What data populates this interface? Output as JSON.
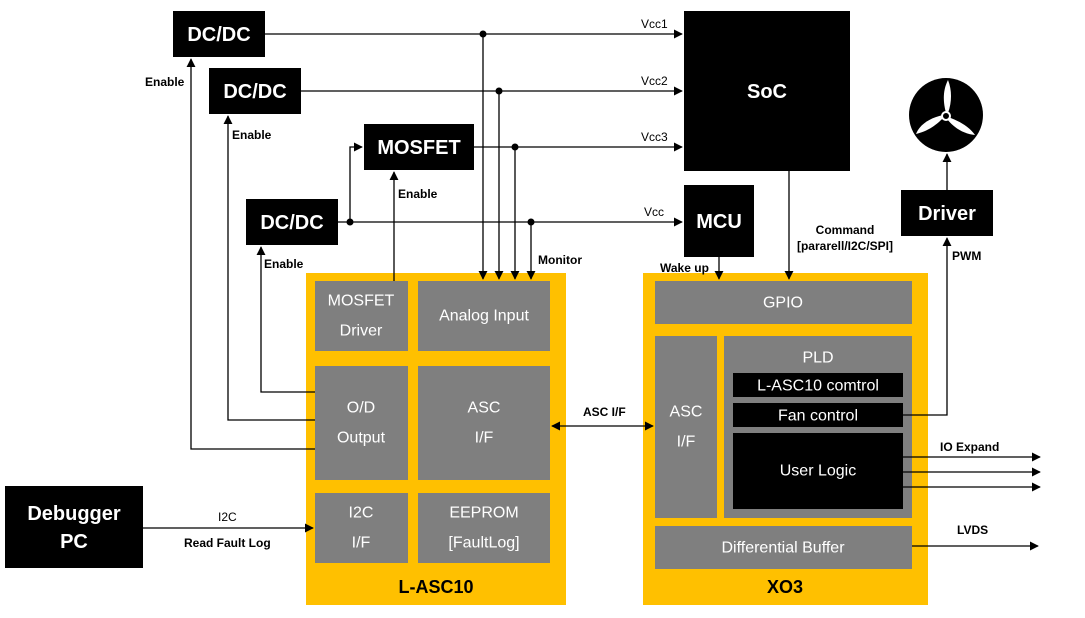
{
  "blocks": {
    "dcdc1": "DC/DC",
    "dcdc2": "DC/DC",
    "mosfet": "MOSFET",
    "dcdc3": "DC/DC",
    "soc": "SoC",
    "mcu": "MCU",
    "driver": "Driver",
    "debugger_line1": "Debugger",
    "debugger_line2": "PC"
  },
  "lasc10": {
    "title": "L-ASC10",
    "mosfet_driver_line1": "MOSFET",
    "mosfet_driver_line2": "Driver",
    "analog_input": "Analog Input",
    "od_output_line1": "O/D",
    "od_output_line2": "Output",
    "asc_if_line1": "ASC",
    "asc_if_line2": "I/F",
    "i2c_if_line1": "I2C",
    "i2c_if_line2": "I/F",
    "eeprom_line1": "EEPROM",
    "eeprom_line2": "[FaultLog]"
  },
  "xo3": {
    "title": "XO3",
    "gpio": "GPIO",
    "asc_if_line1": "ASC",
    "asc_if_line2": "I/F",
    "pld": "PLD",
    "lasc10_control": "L-ASC10 comtrol",
    "fan_control": "Fan control",
    "user_logic": "User Logic",
    "differential_buffer": "Differential Buffer"
  },
  "signals": {
    "vcc1": "Vcc1",
    "vcc2": "Vcc2",
    "vcc3": "Vcc3",
    "vcc": "Vcc",
    "enable1": "Enable",
    "enable2": "Enable",
    "enable3": "Enable",
    "enable4": "Enable",
    "monitor": "Monitor",
    "wake_up": "Wake up",
    "command_line1": "Command",
    "command_line2": "[pararell/I2C/SPI]",
    "pwm": "PWM",
    "asc_if_link": "ASC I/F",
    "io_expand": "IO Expand",
    "lvds": "LVDS",
    "i2c": "I2C",
    "read_fault_log": "Read Fault Log"
  },
  "colors": {
    "black_block": "#000000",
    "gray_block": "#7f7f7f",
    "yellow_frame": "#ffc000",
    "line": "#000000",
    "white_text": "#ffffff"
  },
  "icons": {
    "fan": "fan-icon"
  }
}
